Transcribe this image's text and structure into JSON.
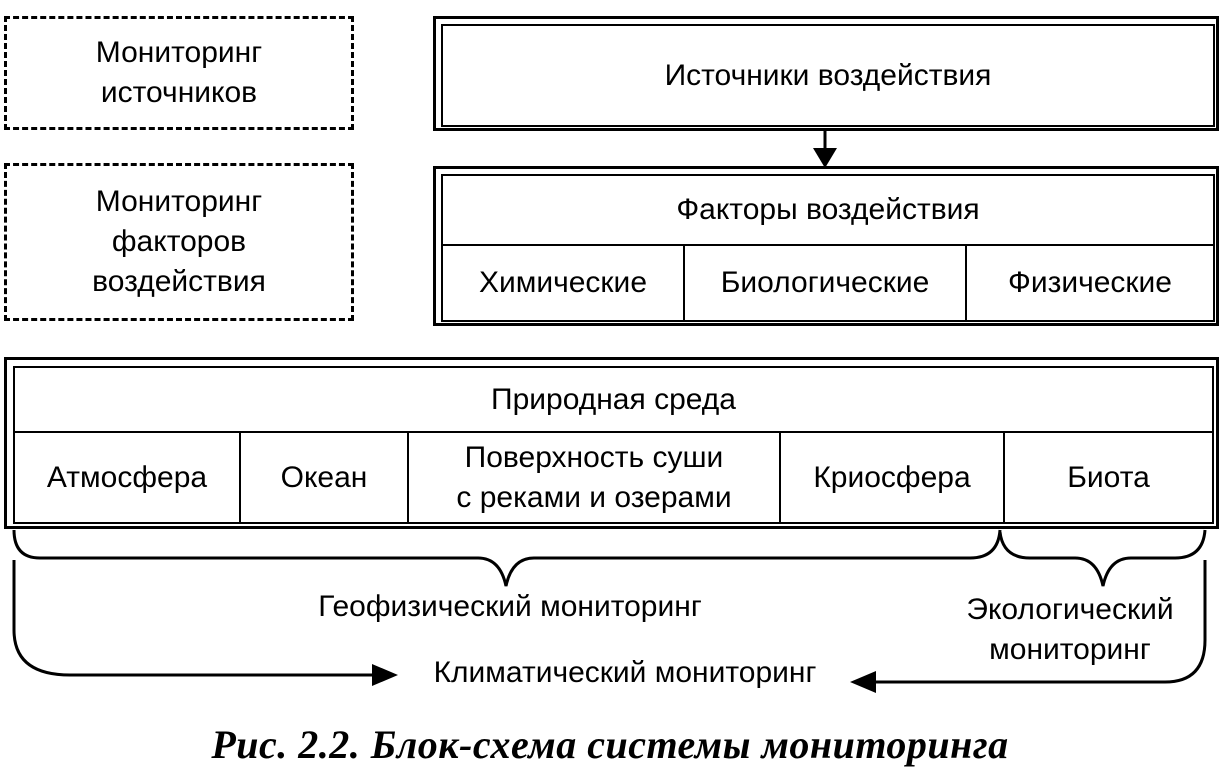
{
  "monitoring_sources": "Мониторинг\nисточников",
  "monitoring_factors": "Мониторинг\nфакторов\nвоздействия",
  "sources": "Источники воздействия",
  "factors": {
    "title": "Факторы воздействия",
    "items": [
      "Химические",
      "Биологические",
      "Физические"
    ]
  },
  "environment": {
    "title": "Природная среда",
    "items": [
      "Атмосфера",
      "Океан",
      "Поверхность суши\nс реками и озерами",
      "Криосфера",
      "Биота"
    ]
  },
  "geophysical": "Геофизический мониторинг",
  "ecological": "Экологический\nмониторинг",
  "climatic": "Климатический мониторинг",
  "caption": "Рис. 2.2. Блок-схема системы мониторинга"
}
